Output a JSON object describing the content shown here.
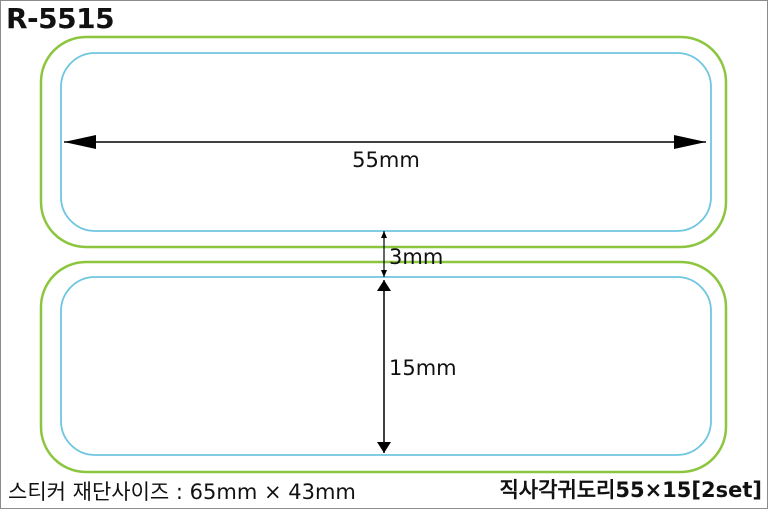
{
  "diagram": {
    "model_code": "R-5515",
    "width_label": "55mm",
    "gap_label": "3mm",
    "height_label": "15mm",
    "cut_size_label": "스티커 재단사이즈 : 65mm × 43mm",
    "product_name": "직사각귀도리55×15[2set]",
    "colors": {
      "cut_line": "#8cc63f",
      "safe_line": "#6ec6e0",
      "dimension": "#000000",
      "frame": "#8c8c8c"
    }
  }
}
